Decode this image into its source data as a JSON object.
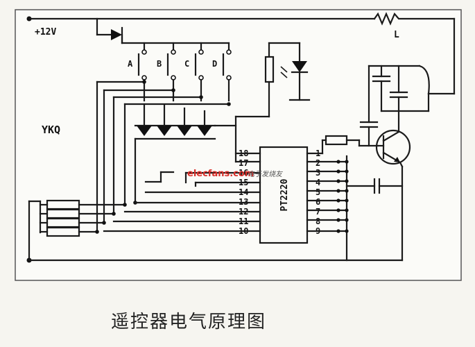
{
  "labels": {
    "supply": "+12V",
    "module": "YKQ",
    "inductor": "L",
    "chip": "PT2220",
    "buttons": [
      "A",
      "B",
      "C",
      "D"
    ]
  },
  "pins_left": [
    "18",
    "17",
    "16",
    "15",
    "14",
    "13",
    "12",
    "11",
    "10"
  ],
  "pins_right": [
    "1",
    "2",
    "3",
    "4",
    "5",
    "6",
    "7",
    "8",
    "9"
  ],
  "caption": "遥控器电气原理图",
  "watermark": {
    "logo": "elecfans.com",
    "tagline": "电子发烧友"
  },
  "colors": {
    "ink": "#1a1a1a",
    "paper": "#f6f5f0",
    "watermark_red": "#d9302a"
  }
}
